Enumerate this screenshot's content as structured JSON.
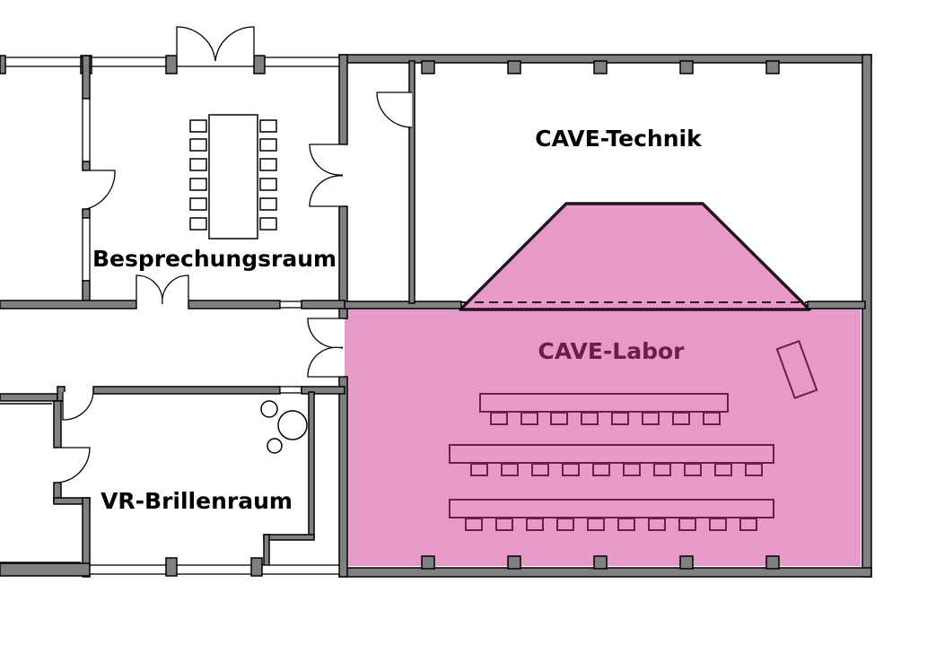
{
  "rooms": {
    "besprechungsraum": "Besprechungsraum",
    "cave_technik": "CAVE-Technik",
    "cave_labor": "CAVE-Labor",
    "vr_brillenraum": "VR-Brillenraum"
  },
  "colors": {
    "wall": "#808080",
    "cave_fill": "#e59ac8",
    "cave_text": "#6a1f4a",
    "outline": "#000000"
  }
}
